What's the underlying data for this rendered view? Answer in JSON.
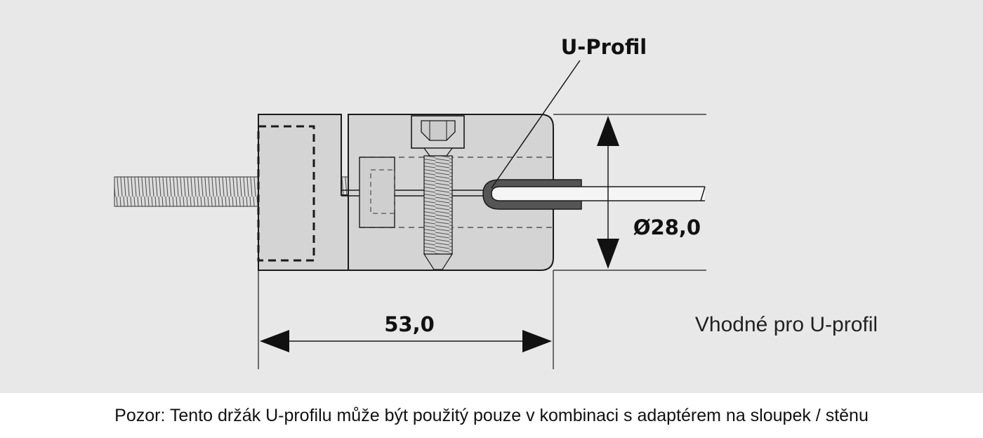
{
  "labels": {
    "u_profil": "U-Profil",
    "diameter": "Ø28,0",
    "length": "53,0",
    "suitable_for": "Vhodné pro U-profil"
  },
  "footer": {
    "note": "Pozor: Tento držák U-profilu může být použitý pouze v kombinaci s adaptérem na sloupek / stěnu"
  },
  "colors": {
    "background": "#e8e8e8",
    "part_fill": "#d4d4d4",
    "line": "#1a1a1a"
  }
}
